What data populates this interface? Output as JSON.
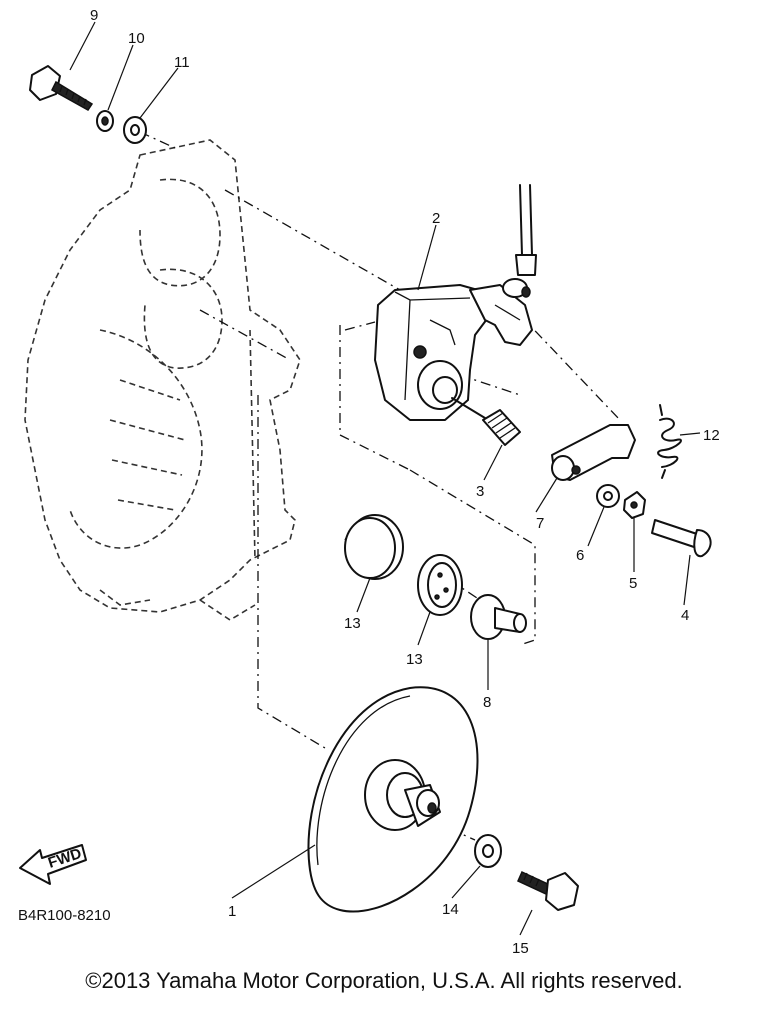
{
  "diagram": {
    "fwd_label": "FWD",
    "figure_code": "B4R100-8210",
    "callouts": {
      "c1": "1",
      "c2": "2",
      "c3": "3",
      "c4": "4",
      "c5": "5",
      "c6": "6",
      "c7": "7",
      "c8": "8",
      "c9": "9",
      "c10": "10",
      "c11": "11",
      "c12": "12",
      "c13a": "13",
      "c13b": "13",
      "c14": "14",
      "c15": "15"
    }
  },
  "footer": {
    "copyright": "©2013 Yamaha Motor Corporation, U.S.A. All rights reserved."
  }
}
